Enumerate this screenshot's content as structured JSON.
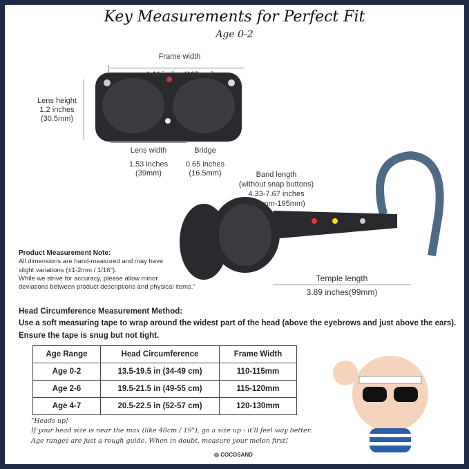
{
  "title": "Key Measurements for Perfect Fit",
  "subtitle": "Age 0-2",
  "frame_width": {
    "label": "Frame width",
    "value": "4.44 inches(113mm)"
  },
  "lens_height": {
    "label": "Lens height",
    "value1": "1.2 inches",
    "value2": "(30.5mm)"
  },
  "lens_width": {
    "label": "Lens width",
    "value1": "1.53 inches",
    "value2": "(39mm)"
  },
  "bridge": {
    "label": "Bridge",
    "value1": "0.65 inches",
    "value2": "(16.5mm)"
  },
  "band_length": {
    "label": "Band length",
    "note": "(without snap buttons)",
    "value1": "4.33-7.67 inches",
    "value2": "(110mm-195mm)"
  },
  "temple_length": {
    "label": "Temple length",
    "value": "3.89 inches(99mm)"
  },
  "band_brand": "COCOSAND",
  "note": {
    "heading": "Product Measurement Note:",
    "lines": [
      "All dimensions are hand-measured and may have",
      "slight variations (±1-2mm / 1/16\").",
      "While we strive for accuracy, please allow minor",
      "deviations between product descriptions and physical items.\""
    ]
  },
  "method": {
    "heading": "Head Circumference Measurement Method:",
    "line1": "Use a soft measuring tape to wrap around the widest part of the head (above the eyebrows and just above the ears).",
    "line2": "Ensure the tape is snug but not tight."
  },
  "table": {
    "headers": [
      "Age Range",
      "Head Circumference",
      "Frame Width"
    ],
    "rows": [
      [
        "Age 0-2",
        "13.5-19.5 in (34-49 cm)",
        "110-115mm"
      ],
      [
        "Age 2-6",
        "19.5-21.5 in (49-55 cm)",
        "115-120mm"
      ],
      [
        "Age 4-7",
        "20.5-22.5 in (52-57 cm)",
        "120-130mm"
      ]
    ]
  },
  "tips": [
    "\"Heads up!",
    "If your head size is near the max (like 48cm / 19\"), go a size up - it'll feel way better.",
    "Age ranges are just a rough guide. When in doubt, measure your melon first!"
  ],
  "brand": "COCOSAND"
}
